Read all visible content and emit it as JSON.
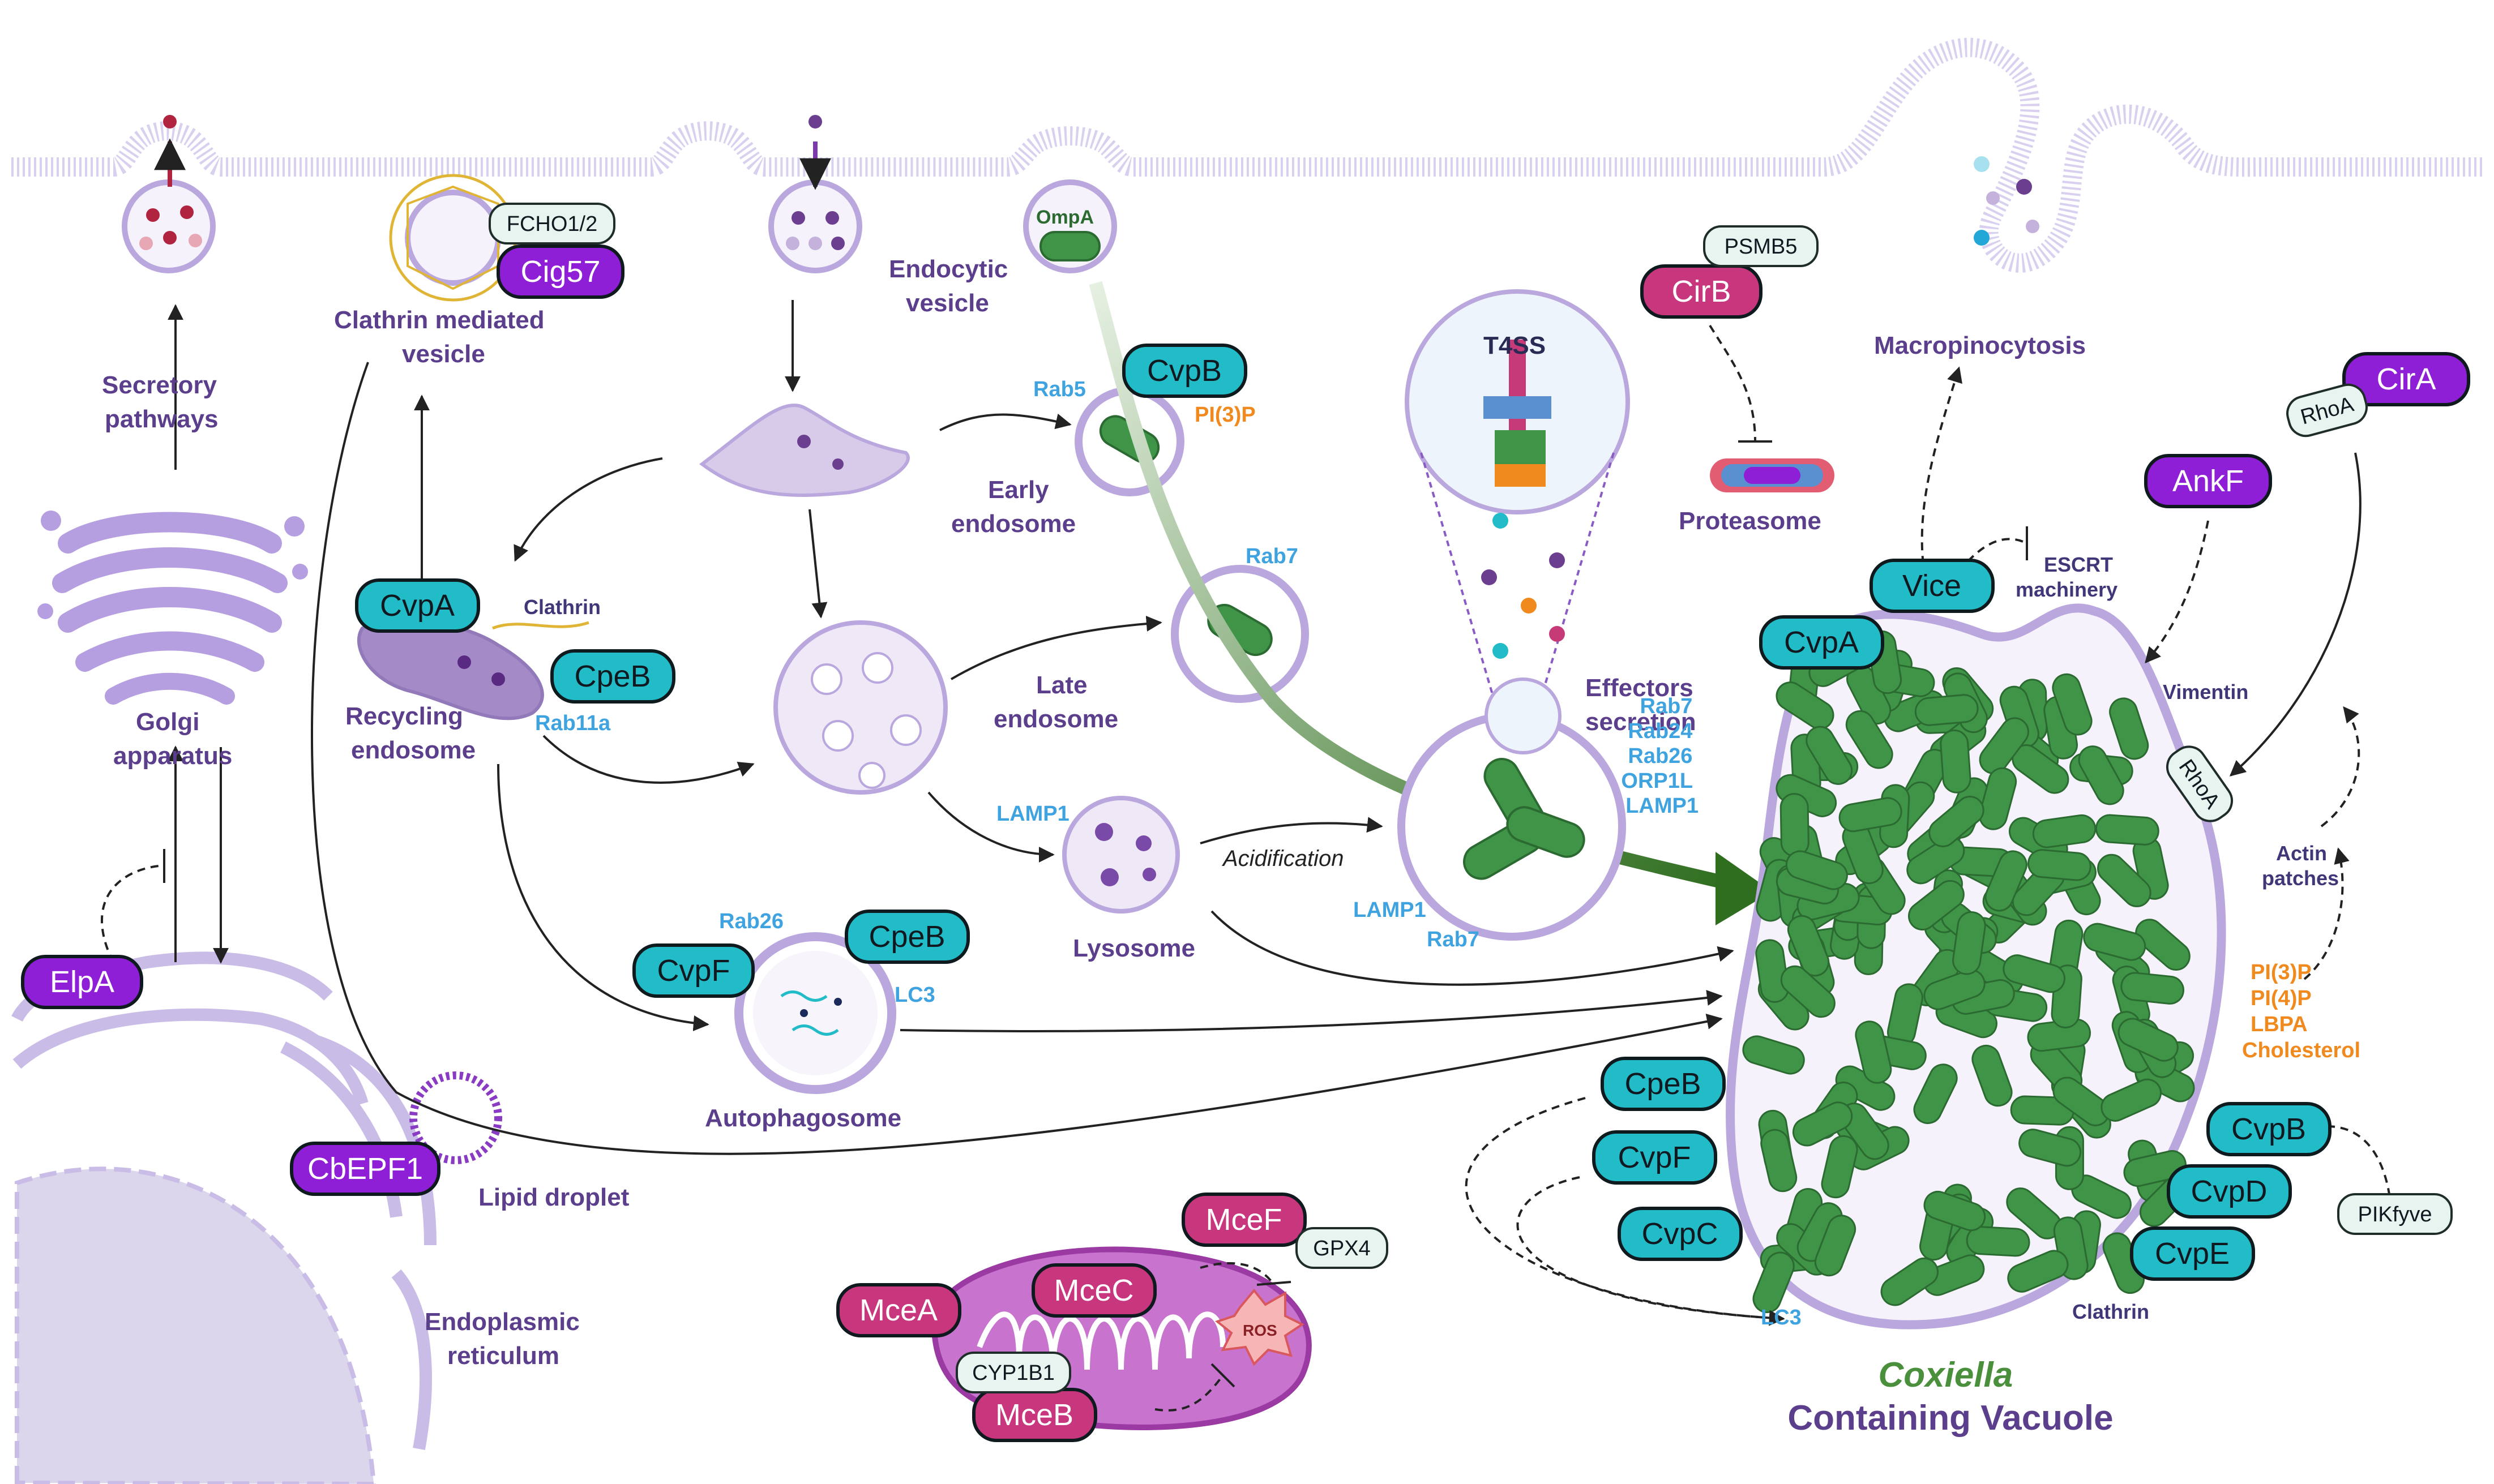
{
  "colors": {
    "membrane": "#b9a7dd",
    "cyan_effector": "#22bcc8",
    "purple_effector": "#8f1fd6",
    "magenta_effector": "#c8367e",
    "bacteria": "#3f9448",
    "host_factor": "#e8f4ef",
    "label_purple": "#5b3f8c",
    "label_blue": "#3fa3e0",
    "label_orange": "#f08a1e"
  },
  "labels": {
    "secretory": [
      "Secretory",
      "pathways"
    ],
    "golgi": [
      "Golgi",
      "apparatus"
    ],
    "er": [
      "Endoplasmic",
      "reticulum"
    ],
    "lipid_droplet": "Lipid droplet",
    "clathrin_vesicle": [
      "Clathrin mediated",
      "vesicle"
    ],
    "endocytic_vesicle": [
      "Endocytic",
      "vesicle"
    ],
    "recycling_endosome": [
      "Recycling",
      "endosome"
    ],
    "early_endosome": [
      "Early",
      "endosome"
    ],
    "late_endosome": [
      "Late",
      "endosome"
    ],
    "lysosome": "Lysosome",
    "autophagosome": "Autophagosome",
    "acidification": "Acidification",
    "t4ss": "T4SS",
    "effectors_secretion": [
      "Effectors",
      "secretion"
    ],
    "proteasome": "Proteasome",
    "macropinocytosis": "Macropinocytosis",
    "escrt": [
      "ESCRT",
      "machinery"
    ],
    "vimentin": "Vimentin",
    "actin": [
      "Actin",
      "patches"
    ],
    "clathrin": "Clathrin",
    "clathrin_bottom": "Clathrin",
    "ompa": "OmpA",
    "ros": "ROS",
    "cv_title_1_italic": "Coxiella",
    "cv_title_2": "Containing Vacuole"
  },
  "blue_markers": {
    "rab5": "Rab5",
    "rab7_top": "Rab7",
    "rab11a": "Rab11a",
    "lamp1_lys": "LAMP1",
    "rab26_auto": "Rab26",
    "lc3_auto": "LC3",
    "lamp1_rab7": [
      "LAMP1",
      "Rab7"
    ],
    "ccv_markers": [
      "Rab7",
      "Rab24",
      "Rab26",
      "ORP1L",
      "LAMP1"
    ],
    "lc3_bottom": "LC3"
  },
  "orange_markers": {
    "pi3p_early": "PI(3)P",
    "lipids": [
      "PI(3)P",
      "PI(4)P",
      "LBPA",
      "Cholesterol"
    ]
  },
  "effectors": {
    "cyan": [
      "CvpB",
      "CvpA",
      "CpeB",
      "CvpF",
      "CpeB",
      "Vice",
      "CvpA",
      "CpeB",
      "CvpF",
      "CvpC",
      "CvpB",
      "CvpD",
      "CvpE"
    ],
    "purple": [
      "Cig57",
      "ElpA",
      "CbEPF1",
      "CirA",
      "AnkF"
    ],
    "magenta": [
      "CirB",
      "MceF",
      "MceA",
      "MceC",
      "MceB"
    ]
  },
  "host_factors": [
    "FCHO1/2",
    "PSMB5",
    "RhoA",
    "RhoA",
    "GPX4",
    "CYP1B1",
    "PIKfyve"
  ]
}
